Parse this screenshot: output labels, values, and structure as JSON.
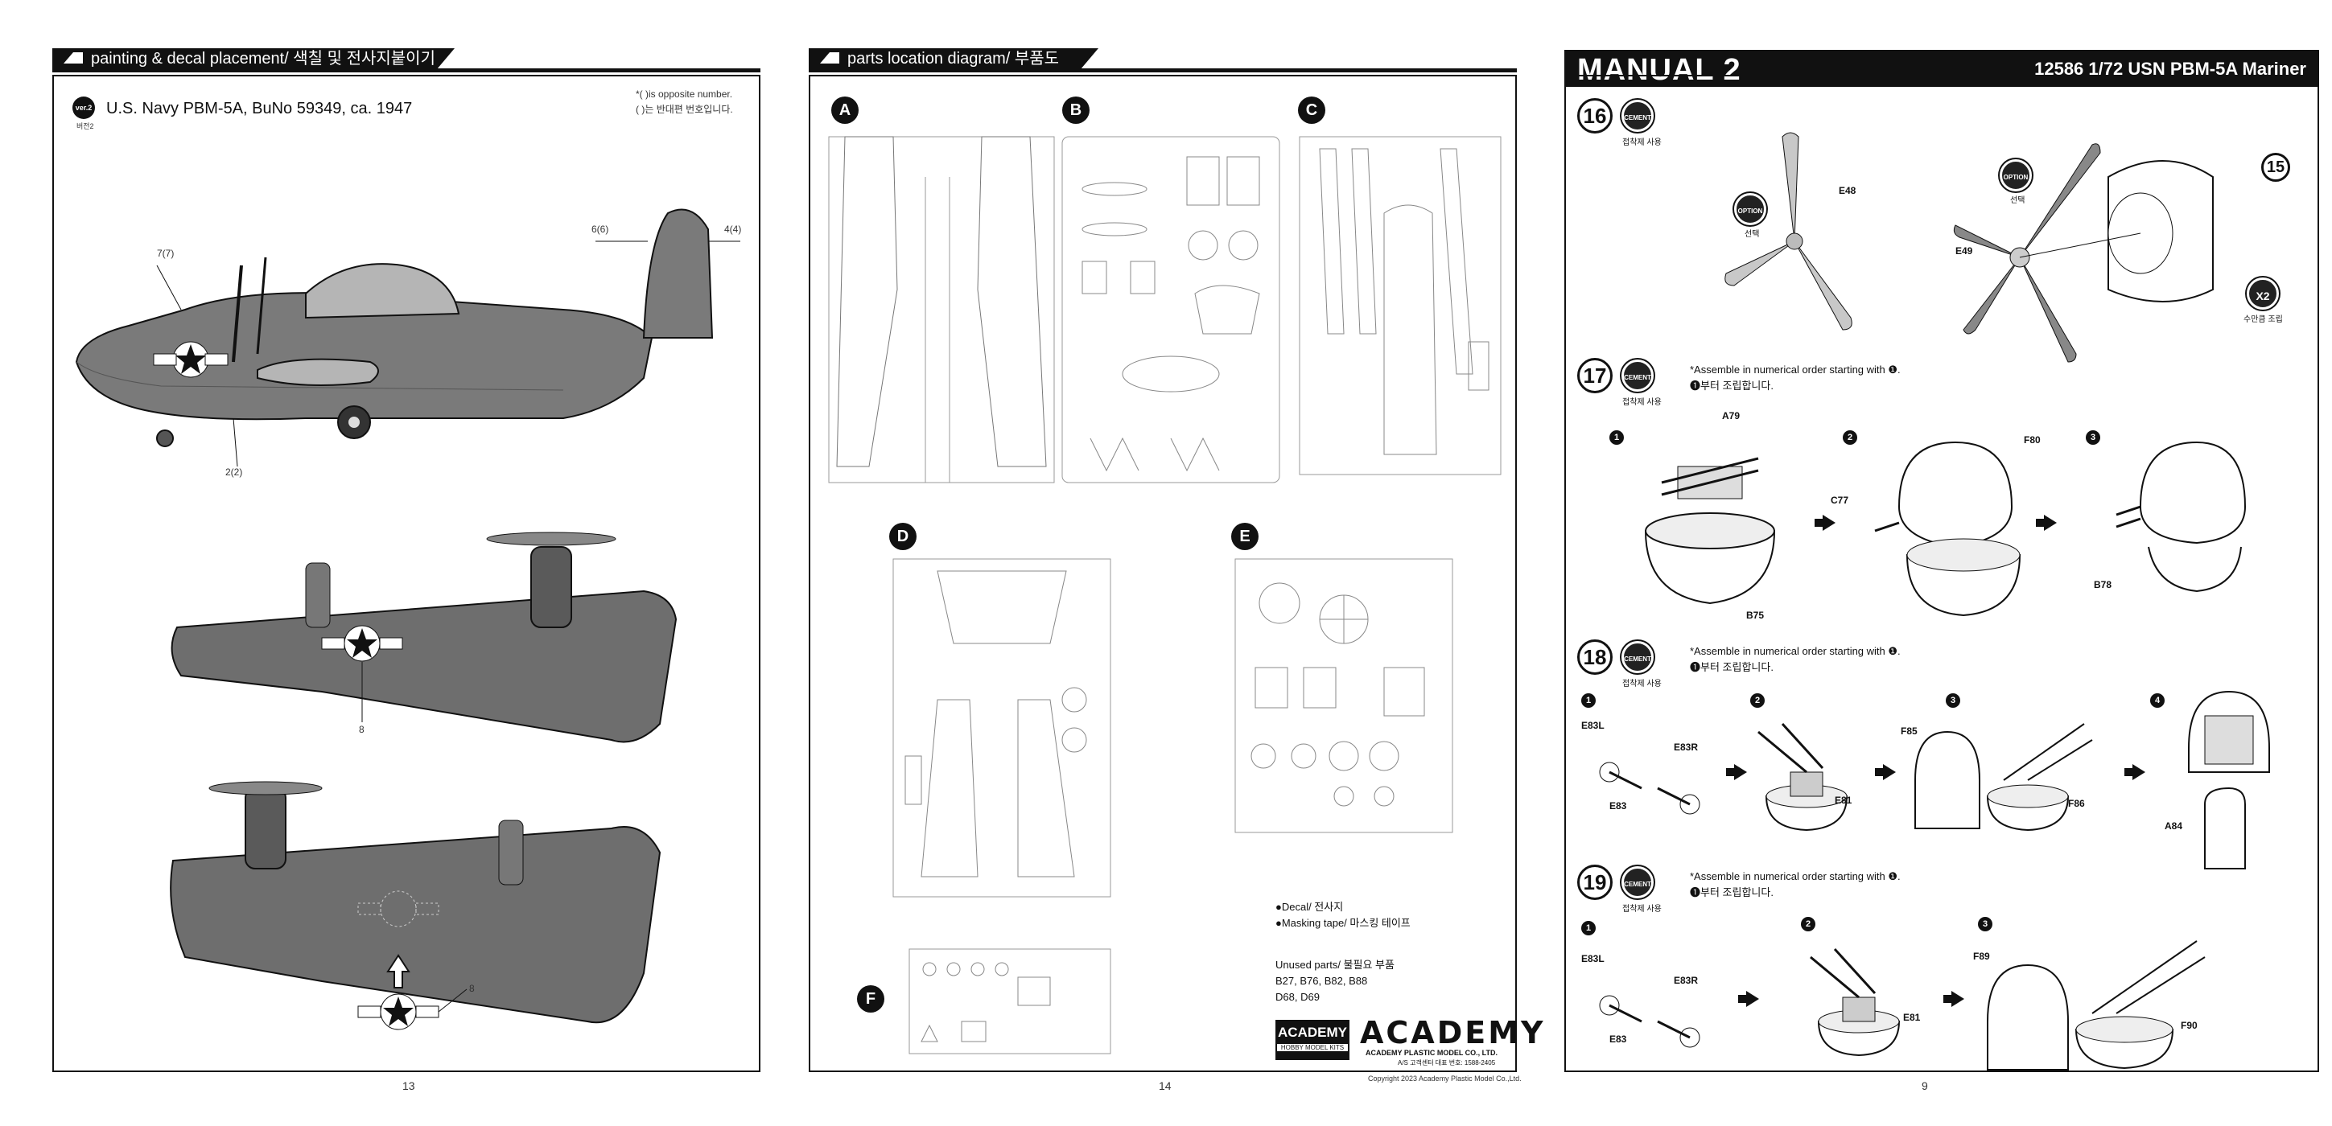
{
  "page1": {
    "header": "painting & decal placement/ 색칠 및 전사지붙이기",
    "version_badge": "ver.2",
    "version_sub": "버전2",
    "aircraft_title": "U.S. Navy PBM-5A, BuNo 59349, ca. 1947",
    "opposite_note_en": "*(    )is opposite number.",
    "opposite_note_ko": "(    )는 반대편 번호입니다.",
    "decal_callouts": [
      "7(7)",
      "6(6)",
      "4(4)",
      "2(2)",
      "8",
      "8"
    ],
    "page_number": "13"
  },
  "page2": {
    "header": "parts location diagram/ 부품도",
    "sprues": [
      "A",
      "B",
      "C",
      "D",
      "E",
      "F"
    ],
    "legend": {
      "decal": "●Decal/ 전사지",
      "masking": "●Masking tape/ 마스킹 테이프"
    },
    "unused_title": "Unused parts/ 불필요 부품",
    "unused_line1": "B27, B76, B82, B88",
    "unused_line2": "D68, D69",
    "brand_badge": "ACADEMY",
    "brand_badge_sub": "HOBBY MODEL KITS",
    "brand_logo": "ACADEMY",
    "brand_company": "ACADEMY PLASTIC MODEL CO., LTD.",
    "brand_service": "A/S 고객센터 대표 번호: 1588-2405",
    "copyright": "Copyright 2023 Academy Plastic Model Co.,Ltd.",
    "page_number": "14"
  },
  "page3": {
    "manual_title": "MANUAL 2",
    "kit_title": "12586 1/72 USN PBM-5A Mariner",
    "cement_label": "CEMENT",
    "cement_ko": "접착제 사용",
    "option_label": "OPTION",
    "option_ko": "선택",
    "x2_label": "X2",
    "x2_ko": "수만큼 조립",
    "order_note_en": "*Assemble in numerical order starting with ❶.",
    "order_note_ko": "❶부터 조립합니다.",
    "steps": [
      {
        "number": "16",
        "parts": [
          "E48",
          "E49"
        ],
        "ref_step": "15"
      },
      {
        "number": "17",
        "parts": [
          "A79",
          "F80",
          "C77",
          "B75",
          "B78"
        ],
        "subs": [
          "1",
          "2",
          "3"
        ]
      },
      {
        "number": "18",
        "parts": [
          "E83L",
          "E83R",
          "E83",
          "E81",
          "F85",
          "F86",
          "A84"
        ],
        "subs": [
          "1",
          "2",
          "3",
          "4"
        ]
      },
      {
        "number": "19",
        "parts": [
          "E83L",
          "E83R",
          "E83",
          "E81",
          "F89",
          "F90"
        ],
        "subs": [
          "1",
          "2",
          "3"
        ]
      }
    ],
    "page_number": "9"
  },
  "colors": {
    "ink": "#111111",
    "aircraft_gray": "#6e6e6e",
    "aircraft_light": "#b5b5b5"
  }
}
